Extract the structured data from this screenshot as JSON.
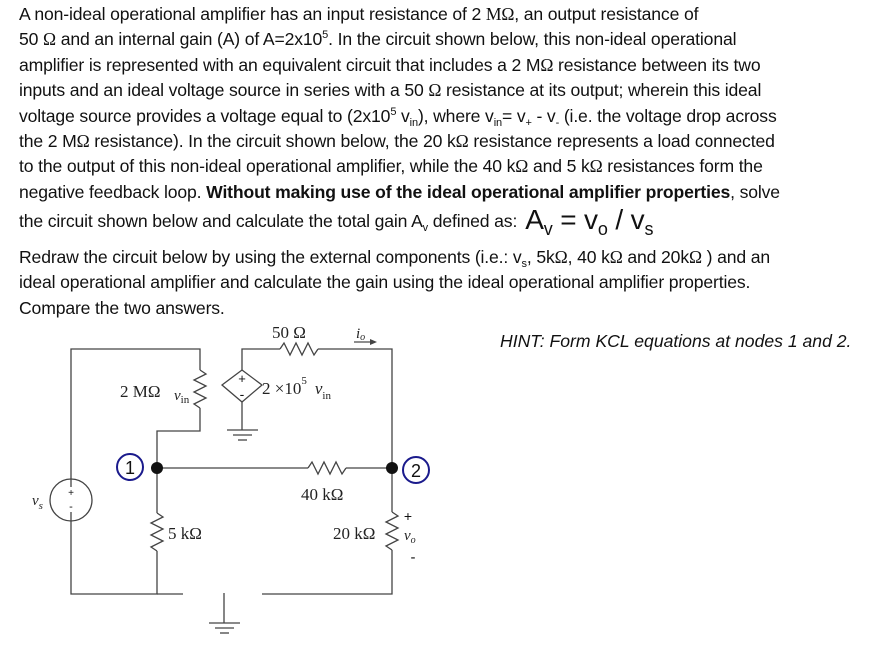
{
  "problem": {
    "lines": [
      [
        "A non-ideal operational amplifier has an input resistance of 2 ",
        "MΩ",
        ", an output resistance of"
      ],
      [
        "50 ",
        "Ω",
        " and an internal gain (A) of A=2x10",
        "5",
        ".  In the circuit shown below, this non-ideal operational"
      ],
      [
        "amplifier is represented with an equivalent circuit that includes a 2 M",
        "Ω",
        " resistance between its two"
      ],
      [
        "inputs and an ideal voltage source in series with a 50 ",
        "Ω",
        " resistance at its output; wherein this ideal"
      ],
      [
        "voltage source provides a voltage equal to (2x10",
        "5",
        " v",
        "in",
        "), where v",
        "in",
        "= v",
        "+",
        " - v",
        "-",
        " (i.e. the voltage drop across"
      ],
      [
        "the 2 M",
        "Ω",
        " resistance). In the circuit shown below, the 20 k",
        "Ω",
        " resistance represents a load connected"
      ],
      [
        "to the output of this non-ideal operational amplifier, while the 40 k",
        "Ω",
        " and 5 k",
        "Ω",
        " resistances form the"
      ],
      [
        "negative feedback loop.  ",
        "Without making use of the ideal operational amplifier properties",
        ", solve"
      ],
      [
        "the circuit shown below and calculate the total gain A",
        "v",
        " defined as:"
      ]
    ],
    "formula": {
      "A": "A",
      "A_sub": "v",
      "eq": " = v",
      "vo_sub": "o",
      "slash": " / v",
      "vs_sub": "s"
    }
  },
  "redraw": {
    "lines": [
      [
        "Redraw the circuit below by using the external components (i.e.:  v",
        "s",
        ", 5k",
        "Ω",
        ", 40 k",
        "Ω",
        " and 20k",
        "Ω",
        " ) and an"
      ],
      [
        "ideal operational amplifier and calculate the gain using the ideal operational amplifier properties."
      ],
      [
        "Compare the two answers."
      ]
    ]
  },
  "hint": "HINT: Form KCL equations at nodes 1 and 2.",
  "circuit": {
    "r_out": "50 Ω",
    "r_in": "2 MΩ",
    "vin_label": "v",
    "vin_sub": "in",
    "dep_source_label": "2 ×10",
    "dep_source_exp": "5",
    "dep_source_var": "v",
    "dep_source_var_sub": "in",
    "current_label": "i",
    "current_sub": "o",
    "r_feedback": "40 kΩ",
    "r_ground": "5 kΩ",
    "r_load": "20 kΩ",
    "source_label": "v",
    "source_sub": "s",
    "vo_label": "v",
    "vo_sub": "o",
    "node1": "1",
    "node2": "2",
    "plus": "+",
    "minus": "-",
    "node_color": "#1a1a8c"
  }
}
